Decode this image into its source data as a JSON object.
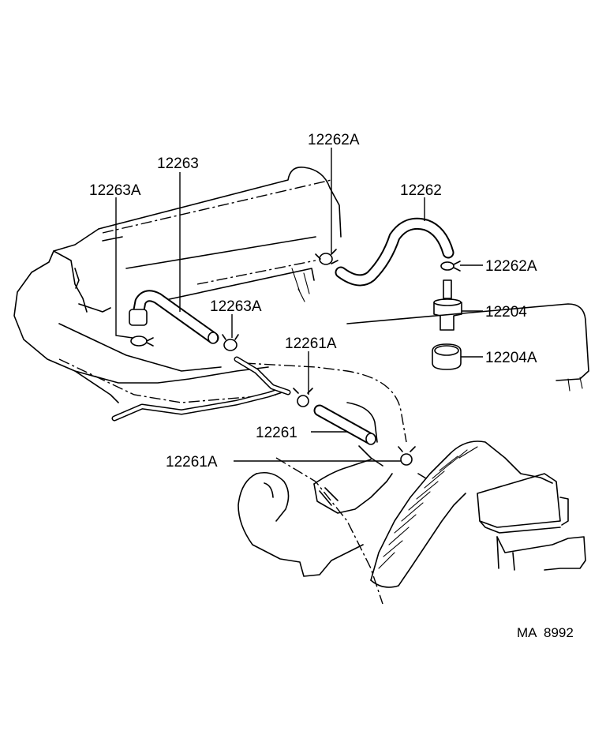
{
  "labels": {
    "p12262A_top": "12262A",
    "p12263": "12263",
    "p12263A_left": "12263A",
    "p12262": "12262",
    "p12262A_right": "12262A",
    "p12263A_mid": "12263A",
    "p12204": "12204",
    "p12261A_top": "12261A",
    "p12204A": "12204A",
    "p12261": "12261",
    "p12261A_bottom": "12261A"
  },
  "drawing_code": "MA  8992"
}
